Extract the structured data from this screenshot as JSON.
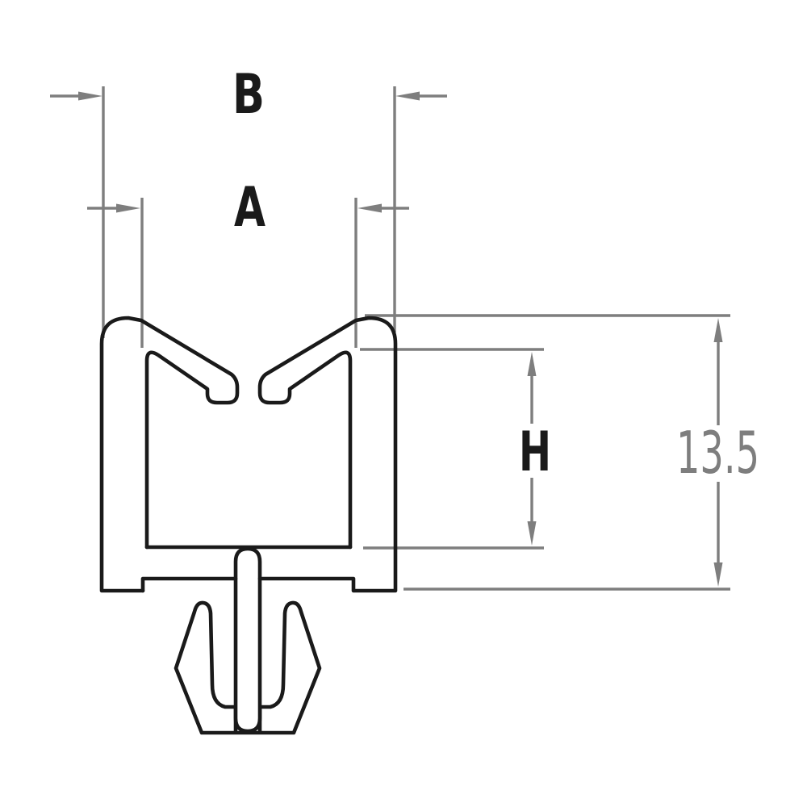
{
  "diagram": {
    "type": "technical-drawing-cable-clip-profile",
    "labels": {
      "dim_b": "B",
      "dim_a": "A",
      "dim_h": "H",
      "dim_overall_height": "13.5"
    },
    "colors": {
      "outline": "#1a1a1a",
      "dimension": "#7e7e7e",
      "background": "#ffffff"
    }
  }
}
